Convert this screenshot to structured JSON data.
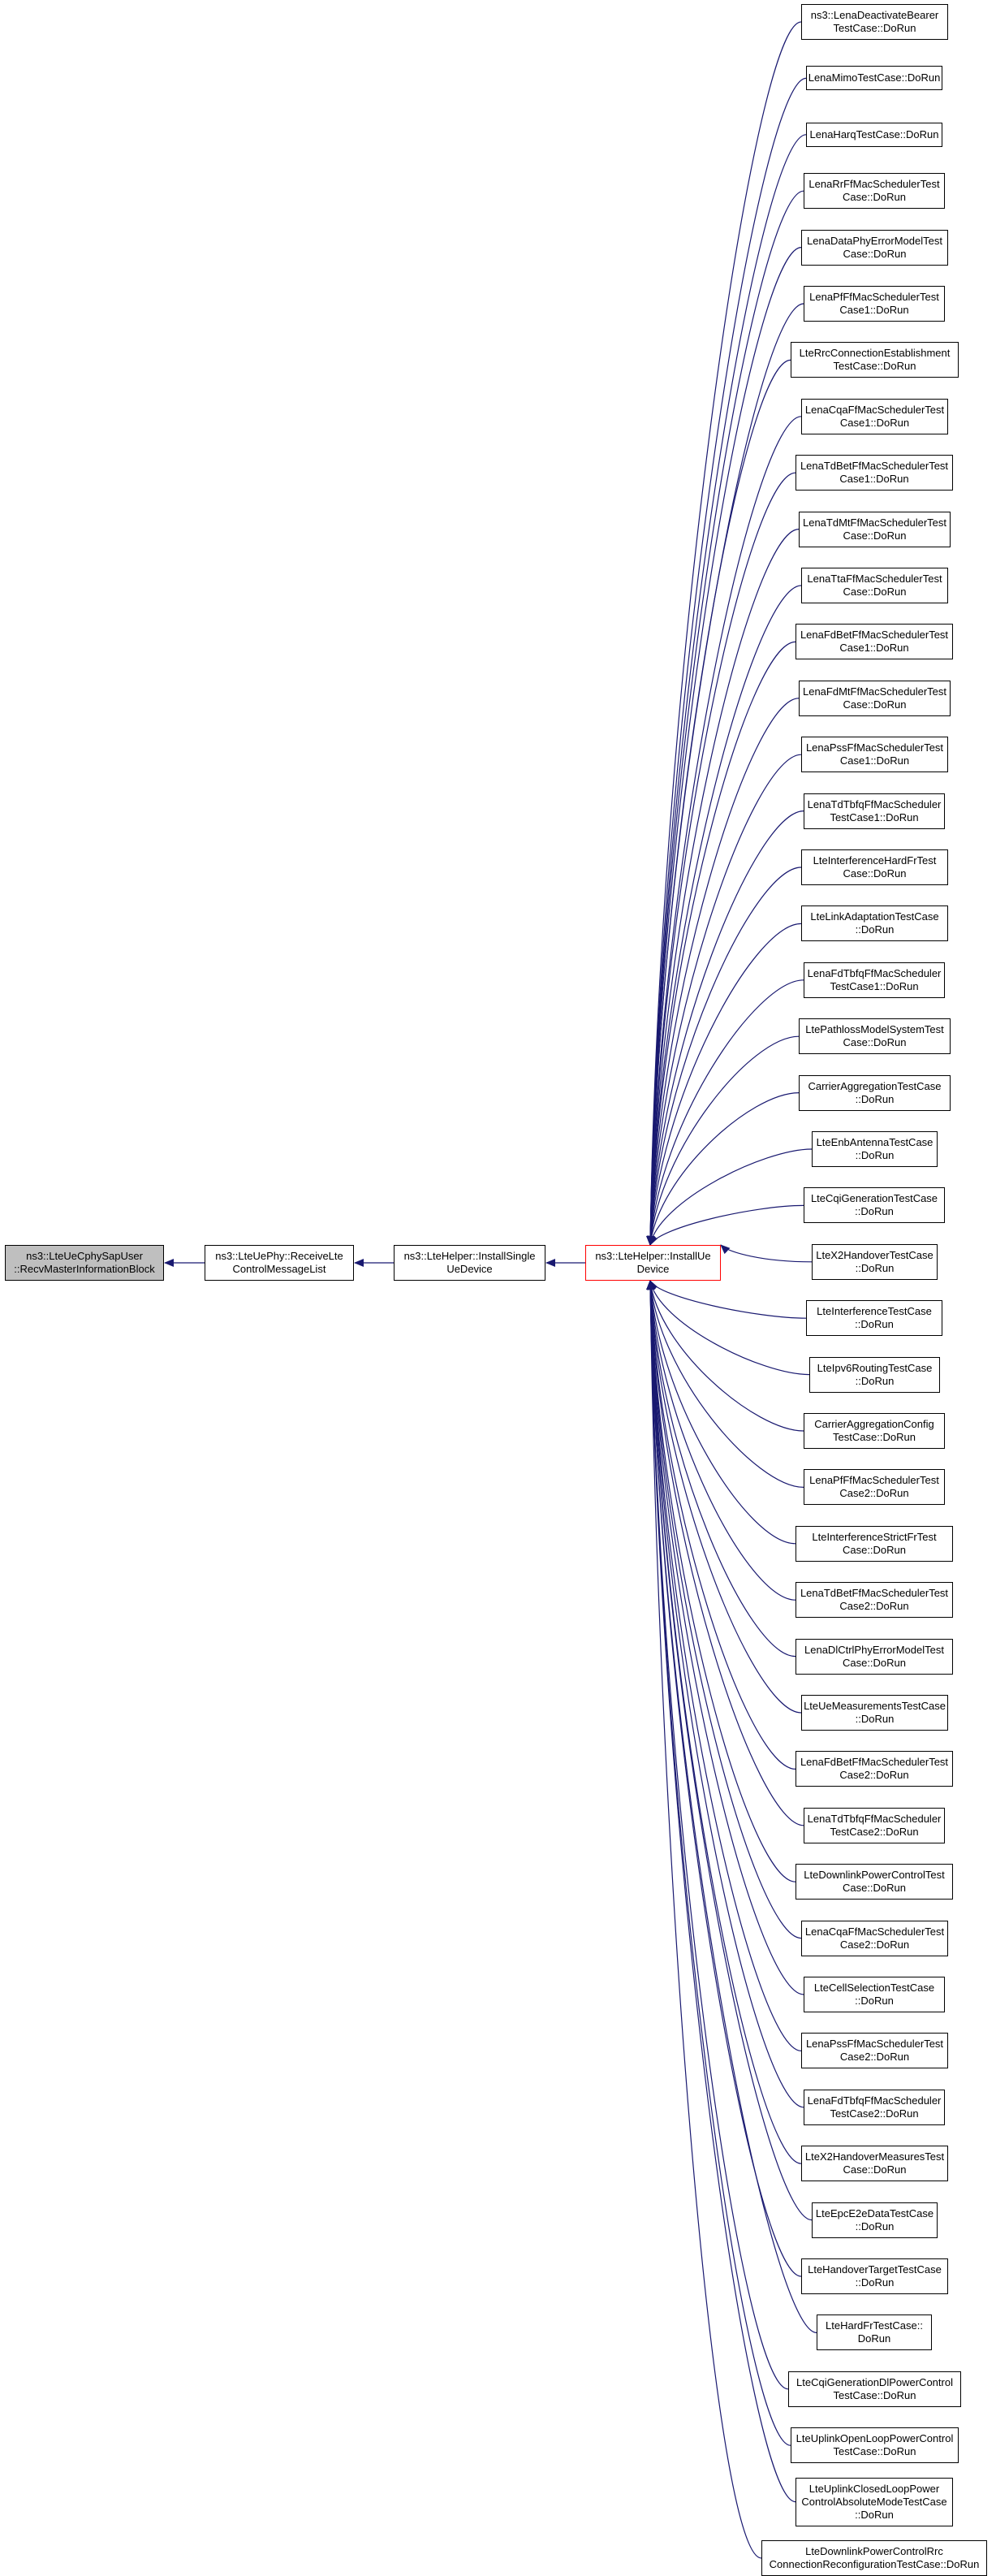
{
  "colors": {
    "edge": "#191970",
    "center_border": "#ff0000",
    "highlight_fill": "#bfbfbf"
  },
  "chain": [
    {
      "id": "recv_mib",
      "lines": [
        "ns3::LteUeCphySapUser",
        "::RecvMasterInformationBlock"
      ]
    },
    {
      "id": "receive_lte",
      "lines": [
        "ns3::LteUePhy::ReceiveLte",
        "ControlMessageList"
      ]
    },
    {
      "id": "install_single",
      "lines": [
        "ns3::LteHelper::InstallSingle",
        "UeDevice"
      ]
    },
    {
      "id": "install_ue",
      "lines": [
        "ns3::LteHelper::InstallUe",
        "Device"
      ]
    }
  ],
  "callers": [
    {
      "lines": [
        "ns3::LenaDeactivateBearer",
        "TestCase::DoRun"
      ]
    },
    {
      "lines": [
        "LenaMimoTestCase::DoRun"
      ]
    },
    {
      "lines": [
        "LenaHarqTestCase::DoRun"
      ]
    },
    {
      "lines": [
        "LenaRrFfMacSchedulerTest",
        "Case::DoRun"
      ]
    },
    {
      "lines": [
        "LenaDataPhyErrorModelTest",
        "Case::DoRun"
      ]
    },
    {
      "lines": [
        "LenaPfFfMacSchedulerTest",
        "Case1::DoRun"
      ]
    },
    {
      "lines": [
        "LteRrcConnectionEstablishment",
        "TestCase::DoRun"
      ]
    },
    {
      "lines": [
        "LenaCqaFfMacSchedulerTest",
        "Case1::DoRun"
      ]
    },
    {
      "lines": [
        "LenaTdBetFfMacSchedulerTest",
        "Case1::DoRun"
      ]
    },
    {
      "lines": [
        "LenaTdMtFfMacSchedulerTest",
        "Case::DoRun"
      ]
    },
    {
      "lines": [
        "LenaTtaFfMacSchedulerTest",
        "Case::DoRun"
      ]
    },
    {
      "lines": [
        "LenaFdBetFfMacSchedulerTest",
        "Case1::DoRun"
      ]
    },
    {
      "lines": [
        "LenaFdMtFfMacSchedulerTest",
        "Case::DoRun"
      ]
    },
    {
      "lines": [
        "LenaPssFfMacSchedulerTest",
        "Case1::DoRun"
      ]
    },
    {
      "lines": [
        "LenaTdTbfqFfMacScheduler",
        "TestCase1::DoRun"
      ]
    },
    {
      "lines": [
        "LteInterferenceHardFrTest",
        "Case::DoRun"
      ]
    },
    {
      "lines": [
        "LteLinkAdaptationTestCase",
        "::DoRun"
      ]
    },
    {
      "lines": [
        "LenaFdTbfqFfMacScheduler",
        "TestCase1::DoRun"
      ]
    },
    {
      "lines": [
        "LtePathlossModelSystemTest",
        "Case::DoRun"
      ]
    },
    {
      "lines": [
        "CarrierAggregationTestCase",
        "::DoRun"
      ]
    },
    {
      "lines": [
        "LteEnbAntennaTestCase",
        "::DoRun"
      ]
    },
    {
      "lines": [
        "LteCqiGenerationTestCase",
        "::DoRun"
      ]
    },
    {
      "lines": [
        "LteX2HandoverTestCase",
        "::DoRun"
      ]
    },
    {
      "lines": [
        "LteInterferenceTestCase",
        "::DoRun"
      ]
    },
    {
      "lines": [
        "LteIpv6RoutingTestCase",
        "::DoRun"
      ]
    },
    {
      "lines": [
        "CarrierAggregationConfig",
        "TestCase::DoRun"
      ]
    },
    {
      "lines": [
        "LenaPfFfMacSchedulerTest",
        "Case2::DoRun"
      ]
    },
    {
      "lines": [
        "LteInterferenceStrictFrTest",
        "Case::DoRun"
      ]
    },
    {
      "lines": [
        "LenaTdBetFfMacSchedulerTest",
        "Case2::DoRun"
      ]
    },
    {
      "lines": [
        "LenaDlCtrlPhyErrorModelTest",
        "Case::DoRun"
      ]
    },
    {
      "lines": [
        "LteUeMeasurementsTestCase",
        "::DoRun"
      ]
    },
    {
      "lines": [
        "LenaFdBetFfMacSchedulerTest",
        "Case2::DoRun"
      ]
    },
    {
      "lines": [
        "LenaTdTbfqFfMacScheduler",
        "TestCase2::DoRun"
      ]
    },
    {
      "lines": [
        "LteDownlinkPowerControlTest",
        "Case::DoRun"
      ]
    },
    {
      "lines": [
        "LenaCqaFfMacSchedulerTest",
        "Case2::DoRun"
      ]
    },
    {
      "lines": [
        "LteCellSelectionTestCase",
        "::DoRun"
      ]
    },
    {
      "lines": [
        "LenaPssFfMacSchedulerTest",
        "Case2::DoRun"
      ]
    },
    {
      "lines": [
        "LenaFdTbfqFfMacScheduler",
        "TestCase2::DoRun"
      ]
    },
    {
      "lines": [
        "LteX2HandoverMeasuresTest",
        "Case::DoRun"
      ]
    },
    {
      "lines": [
        "LteEpcE2eDataTestCase",
        "::DoRun"
      ]
    },
    {
      "lines": [
        "LteHandoverTargetTestCase",
        "::DoRun"
      ]
    },
    {
      "lines": [
        "LteHardFrTestCase::",
        "DoRun"
      ]
    },
    {
      "lines": [
        "LteCqiGenerationDlPowerControl",
        "TestCase::DoRun"
      ]
    },
    {
      "lines": [
        "LteUplinkOpenLoopPowerControl",
        "TestCase::DoRun"
      ]
    },
    {
      "lines": [
        "LteUplinkClosedLoopPower",
        "ControlAbsoluteModeTestCase",
        "::DoRun"
      ]
    },
    {
      "lines": [
        "LteDownlinkPowerControlRrc",
        "ConnectionReconfigurationTestCase::DoRun"
      ]
    }
  ]
}
